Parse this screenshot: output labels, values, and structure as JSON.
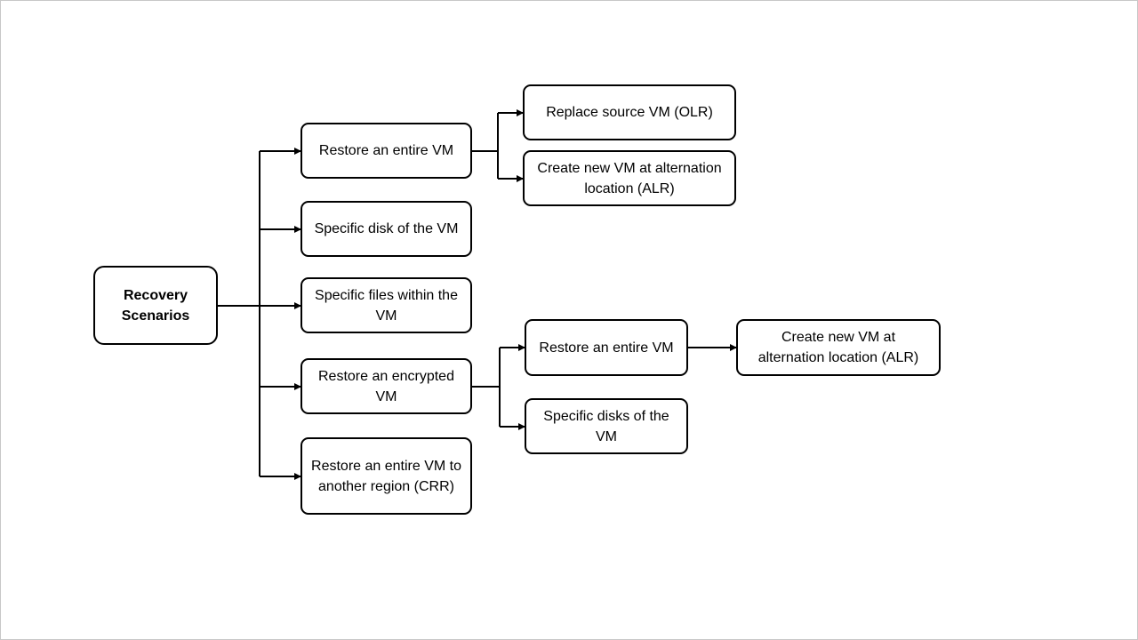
{
  "diagram": {
    "root": {
      "label": "Recovery Scenarios"
    },
    "level1": [
      {
        "label": "Restore an entire VM"
      },
      {
        "label": "Specific disk of the VM"
      },
      {
        "label": "Specific files within the VM"
      },
      {
        "label": "Restore an encrypted VM"
      },
      {
        "label": "Restore an entire VM to another region (CRR)"
      }
    ],
    "restore_entire_vm_children": [
      {
        "label": "Replace source VM (OLR)"
      },
      {
        "label": "Create new VM at alternation location (ALR)"
      }
    ],
    "restore_encrypted_vm_children": [
      {
        "label": "Restore an entire VM"
      },
      {
        "label": "Specific disks of the VM"
      }
    ],
    "encrypted_entire_vm_child": {
      "label": "Create new VM at alternation location (ALR)"
    }
  },
  "colors": {
    "stroke": "#000000",
    "fill": "#ffffff",
    "frame": "#c8c8c8"
  }
}
